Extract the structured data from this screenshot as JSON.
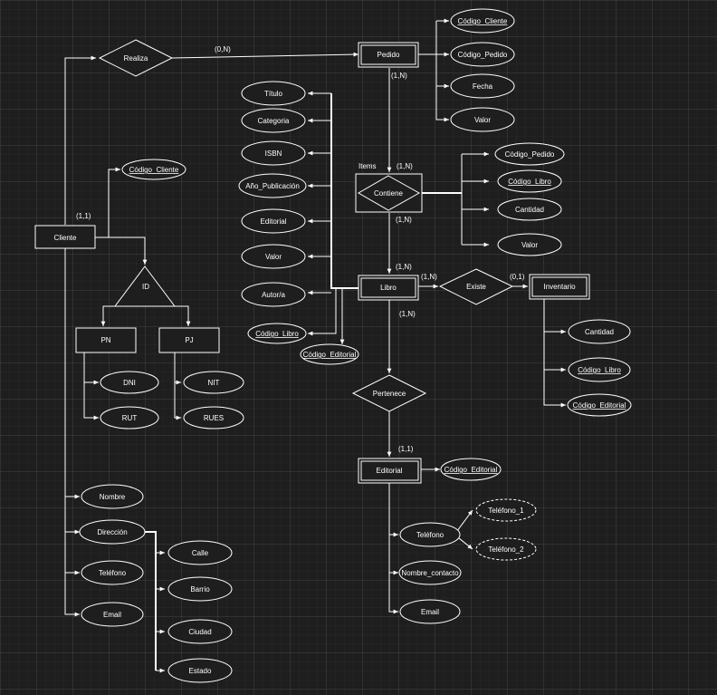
{
  "colors": {
    "background": "#1e1e1e",
    "stroke": "#ffffff",
    "text": "#ffffff"
  },
  "entities": {
    "cliente": "Cliente",
    "pedido": "Pedido",
    "libro": "Libro",
    "inventario": "Inventario",
    "editorial": "Editorial",
    "pn": "PN",
    "pj": "PJ"
  },
  "relationships": {
    "realiza": "Realiza",
    "contiene": "Contiene",
    "existe": "Existe",
    "pertenece": "Pertenece"
  },
  "specialization": {
    "id": "ID"
  },
  "labels": {
    "items": "Items"
  },
  "cardinalities": {
    "realiza_pedido": "(0,N)",
    "cliente": "(1,1)",
    "pedido_contiene": "(1,N)",
    "contiene_top": "(1,N)",
    "contiene_bottom": "(1,N)",
    "libro_top": "(1,N)",
    "libro_right": "(1,N)",
    "inventario": "(0,1)",
    "libro_bottom": "(1,N)",
    "editorial": "(1,1)"
  },
  "attributes": {
    "cliente": {
      "codigo": "Código_Cliente",
      "nombre": "Nombre",
      "direccion": "Dirección",
      "telefono": "Teléfono",
      "email": "Email"
    },
    "direccion": {
      "calle": "Calle",
      "barrio": "Barrio",
      "ciudad": "Ciudad",
      "estado": "Estado"
    },
    "pn": {
      "dni": "DNI",
      "rut": "RUT"
    },
    "pj": {
      "nit": "NIT",
      "rues": "RUES"
    },
    "pedido": {
      "codigo_cliente": "Código_Cliente",
      "codigo_pedido": "Código_Pedido",
      "fecha": "Fecha",
      "valor": "Valor"
    },
    "contiene": {
      "codigo_pedido": "Código_Pedido",
      "codigo_libro": "Código_Libro",
      "cantidad": "Cantidad",
      "valor": "Valor"
    },
    "libro": {
      "titulo": "Título",
      "categoria": "Categoria",
      "isbn": "ISBN",
      "anio": "Año_Publicación",
      "editorial": "Editorial",
      "valor": "Valor",
      "autor": "Autor/a",
      "codigo_libro": "Código_Libro",
      "codigo_editorial": "Código_Editorial"
    },
    "inventario": {
      "cantidad": "Cantidad",
      "codigo_libro": "Código_Libro",
      "codigo_editorial": "Código_Editorial"
    },
    "editorial": {
      "codigo": "Código_Editorial",
      "telefono": "Teléfono",
      "telefono_1": "Teléfono_1",
      "telefono_2": "Teléfono_2",
      "nombre_contacto": "Nombre_contacto",
      "email": "Email"
    }
  }
}
